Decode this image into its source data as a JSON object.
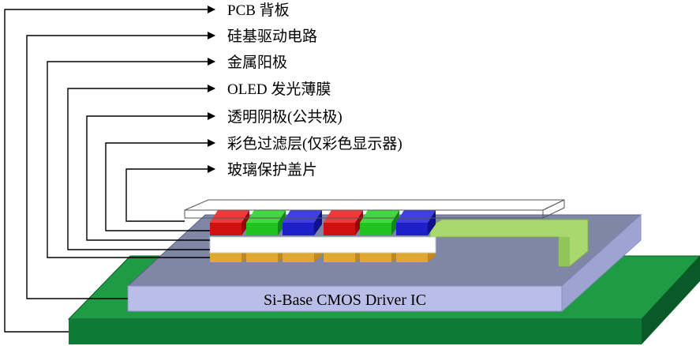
{
  "labels": [
    "PCB 背板",
    "硅基驱动电路",
    "金属阳极",
    "OLED 发光薄膜",
    "透明阴极(公共极)",
    "彩色过滤层(仅彩色显示器)",
    "玻璃保护盖片"
  ],
  "chip_label": "Si-Base CMOS Driver IC",
  "colors": {
    "pcb_top": "#1f9a45",
    "pcb_front": "#0f7a35",
    "pcb_side": "#0a5a27",
    "chip_top": "#7f86a6",
    "chip_front": "#b9bde8",
    "chip_side": "#9ea3d4",
    "oled_strip": "#a9d86f",
    "filter_red": "#d11010",
    "filter_green": "#1fc21f",
    "filter_blue": "#1f1fc8",
    "anode": "#e0a830"
  }
}
